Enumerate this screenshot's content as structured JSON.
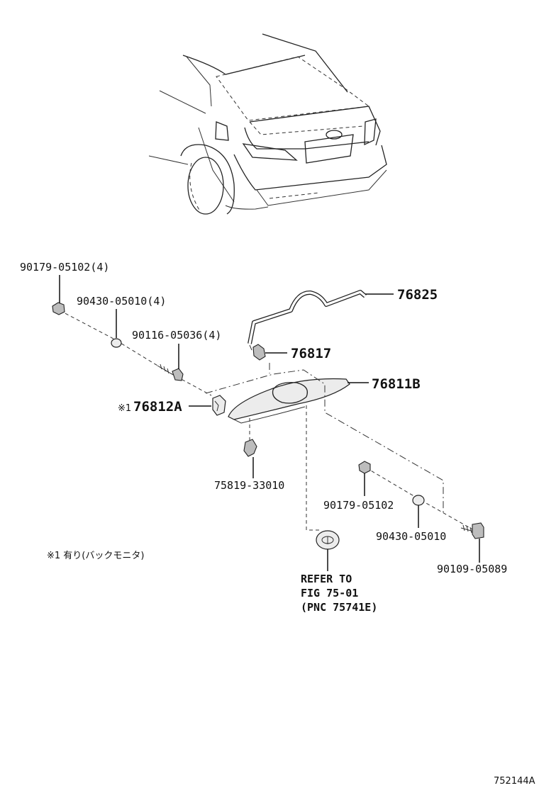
{
  "parts": {
    "bolt_top": "90179-05102(4)",
    "washer_top": "90430-05010(4)",
    "screw_top": "90116-05036(4)",
    "wire_harness": "76825",
    "clip": "76817",
    "garnish": "76811B",
    "bracket_prefix": "※1",
    "bracket": "76812A",
    "clip_lower": "75819-33010",
    "bolt_right": "90179-05102",
    "washer_right": "90430-05010",
    "nut_right": "90109-05089"
  },
  "reference": {
    "line1": "REFER TO",
    "line2": "FIG 75-01",
    "line3": "(PNC 75741E)"
  },
  "note": "※1 有り(バックモニタ)",
  "figure_code": "752144A"
}
